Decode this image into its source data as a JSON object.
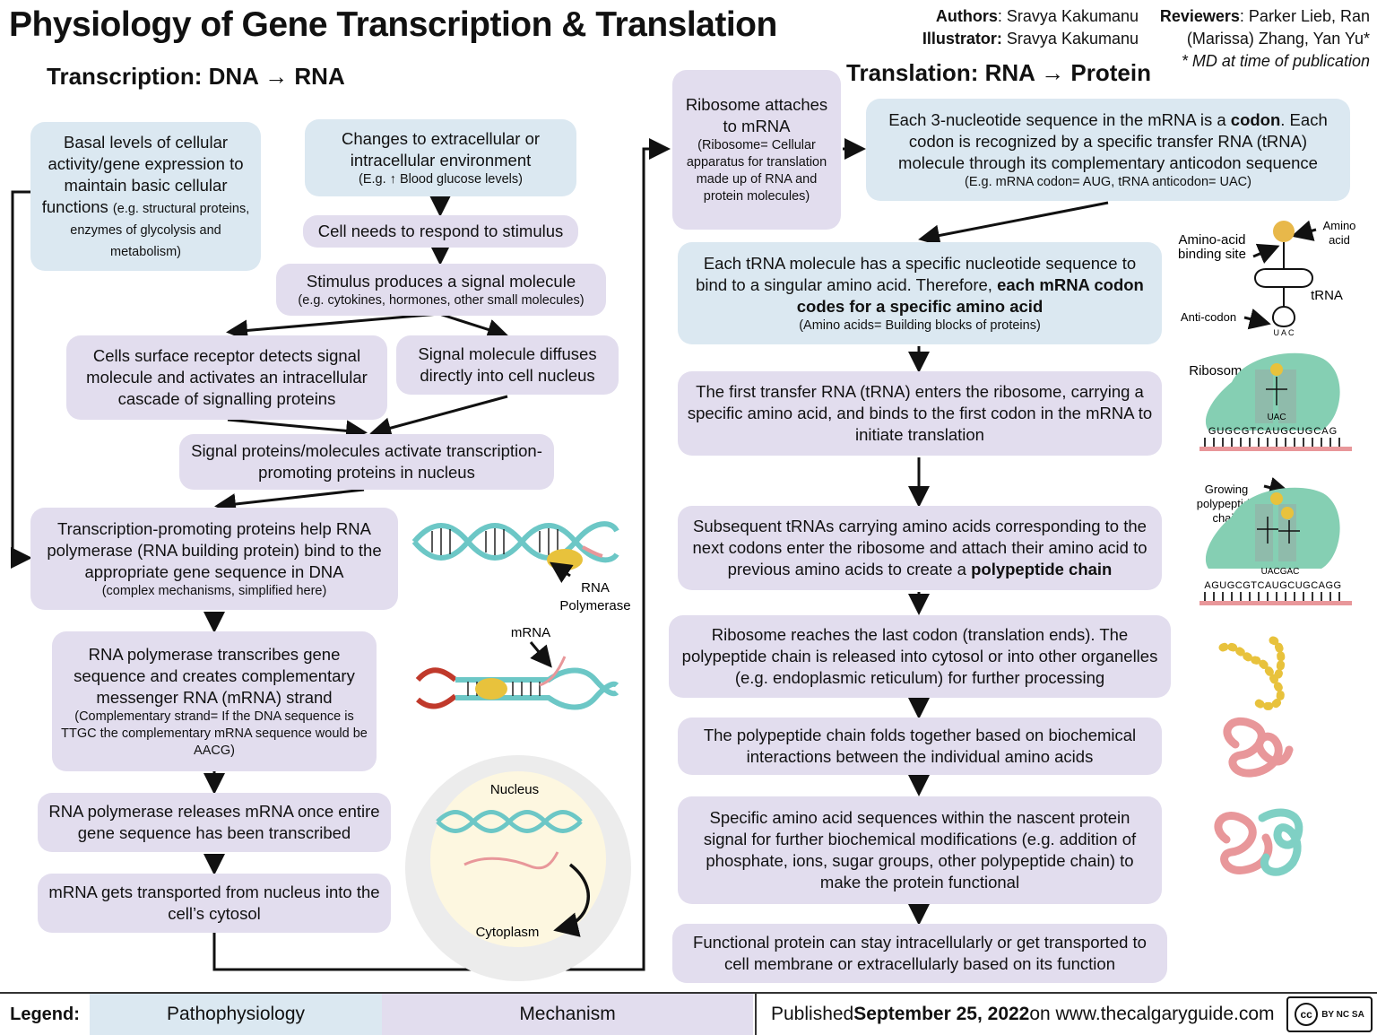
{
  "header": {
    "title": "Physiology of Gene Transcription & Translation",
    "authors_label": "Authors",
    "authors_value": ": Sravya Kakumanu",
    "illustrator_label": "Illustrator:",
    "illustrator_value": " Sravya Kakumanu",
    "reviewers_label": "Reviewers",
    "reviewers_line1": ": Parker Lieb, Ran",
    "reviewers_line2": "(Marissa) Zhang, Yan Yu*",
    "reviewers_note": "* MD at time of publication"
  },
  "transcription": {
    "heading": "Transcription: DNA → RNA",
    "basal": "Basal levels of cellular activity/gene expression to maintain basic cellular functions",
    "basal_small": "(e.g. structural proteins, enzymes of glycolysis and metabolism)",
    "changes": "Changes to extracellular or intracellular environment",
    "changes_small": "(E.g. ↑ Blood glucose levels)",
    "respond": "Cell needs to respond to stimulus",
    "signal": "Stimulus produces a signal molecule",
    "signal_small": "(e.g. cytokines, hormones, other small molecules)",
    "receptor": "Cells surface receptor detects signal molecule and activates an intracellular cascade of signalling proteins",
    "diffuses": "Signal molecule diffuses directly into cell nucleus",
    "activate": "Signal proteins/molecules activate transcription-promoting proteins in nucleus",
    "promote": "Transcription-promoting proteins help RNA polymerase (RNA building protein) bind to the appropriate gene sequence in DNA",
    "promote_small": "(complex mechanisms, simplified here)",
    "transcribes": "RNA polymerase transcribes gene sequence and creates complementary messenger RNA (mRNA) strand",
    "transcribes_small": "(Complementary strand= If the DNA sequence is TTGC the complementary mRNA sequence would be AACG)",
    "releases": "RNA polymerase releases mRNA once entire gene sequence has been transcribed",
    "transported": "mRNA gets transported from nucleus into the cell’s cytosol"
  },
  "illustrations": {
    "rna_polymerase": "RNA Polymerase",
    "mrna": "mRNA",
    "nucleus": "Nucleus",
    "cytoplasm": "Cytoplasm",
    "amino_acid_binding_site": "Amino-acid binding site",
    "amino_acid": "Amino acid",
    "trna": "tRNA",
    "anti_codon": "Anti-codon",
    "ribosome": "Ribosome",
    "growing_chain": "Growing polypeptide chain",
    "seq1": "GUGCGTCAUGCUGCAG",
    "anticodon1": "UAC",
    "seq2": "AGUGCGTCAUGCUGCAGG",
    "anticodon2": "UACGAC"
  },
  "translation": {
    "heading": "Translation: RNA → Protein",
    "ribosome_attaches": "Ribosome attaches to mRNA",
    "ribosome_attaches_small": "(Ribosome= Cellular apparatus for translation made up of RNA and protein molecules)",
    "codon_pre": "Each 3-nucleotide sequence in the mRNA is a ",
    "codon_bold": "codon",
    "codon_post": ". Each codon is recognized by a specific transfer RNA (tRNA) molecule through its complementary anticodon sequence",
    "codon_small": "(E.g. mRNA codon= AUG, tRNA anticodon= UAC)",
    "trna_pre": "Each tRNA molecule has a specific nucleotide sequence to bind to a singular amino acid. Therefore, ",
    "trna_bold": "each mRNA codon codes for a specific amino acid",
    "trna_small": "(Amino acids= Building blocks of proteins)",
    "first_trna": "The first transfer RNA (tRNA) enters the ribosome, carrying a specific amino acid, and binds to the first codon in the mRNA to initiate translation",
    "subsequent_pre": "Subsequent tRNAs carrying amino acids corresponding to the next codons enter the ribosome and attach their amino acid to previous amino acids to create a ",
    "subsequent_bold": "polypeptide chain",
    "last_codon": "Ribosome reaches the last codon (translation ends). The polypeptide chain is released into cytosol or into other organelles (e.g. endoplasmic reticulum) for further processing",
    "folds": "The polypeptide chain folds together based on biochemical interactions between the individual amino acids",
    "modifications": "Specific amino acid sequences within the nascent protein signal for further biochemical modifications (e.g. addition of phosphate, ions, sugar groups, other polypeptide chain) to make the protein functional",
    "functional": "Functional protein can stay intracellularly or get transported to cell membrane or extracellularly based on its function"
  },
  "legend": {
    "label": "Legend:",
    "pathophysiology": "Pathophysiology",
    "mechanism": "Mechanism",
    "published_pre": "Published ",
    "published_date": "September 25, 2022",
    "published_post": " on www.thecalgaryguide.com",
    "license": "BY NC SA"
  },
  "colors": {
    "blue_box": "#dbe8f1",
    "purple_box": "#e2ddee",
    "dna_teal": "#6cc7c6",
    "polymerase_yellow": "#e8c23c",
    "mrna_pink": "#e8979a",
    "ribosome_green": "#85cfb3",
    "dna_red": "#c0392b"
  }
}
